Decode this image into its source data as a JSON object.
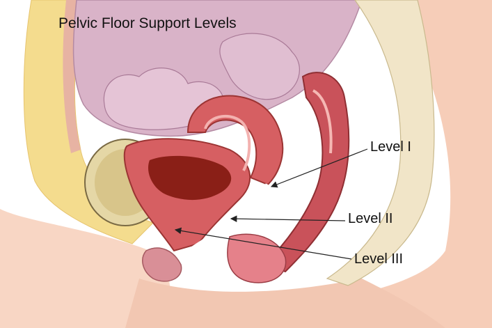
{
  "title": "Pelvic Floor Support Levels",
  "labels": {
    "level_1": "Level I",
    "level_2": "Level II",
    "level_3": "Level III"
  },
  "colors": {
    "skin": "#f8d6c4",
    "fat": "#f4dc8e",
    "bowel": "#d9b3c8",
    "muscle": "#d65f62",
    "uterus": "#c43f3a",
    "cavity": "#8a1f17",
    "bone": "#e5d7a6"
  }
}
